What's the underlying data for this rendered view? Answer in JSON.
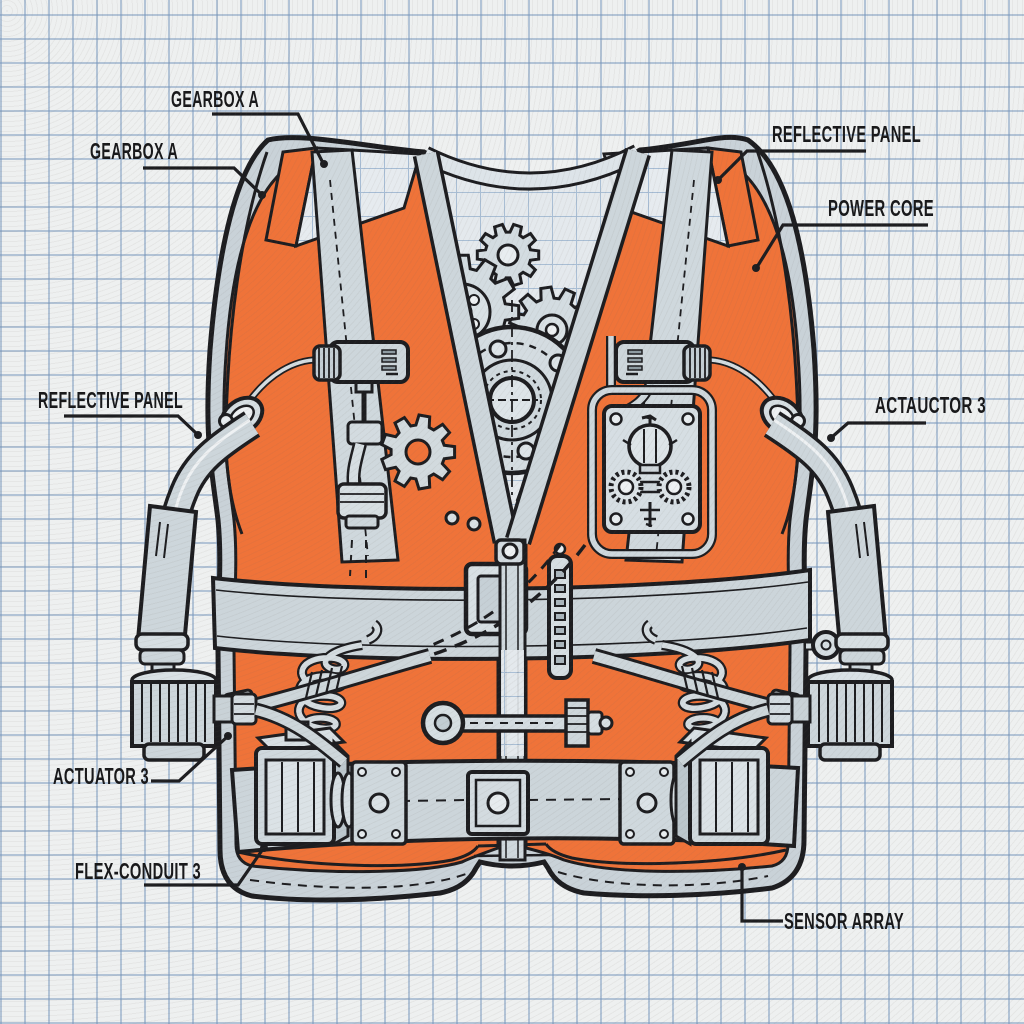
{
  "drawing": {
    "title": "safety vest technical blueprint",
    "style": "graph-paper schematic",
    "colors": {
      "vest_orange": "#ef7339",
      "panel_gray": "#c9d2d8",
      "light_gray": "#d6dee2",
      "paper": "#eef0f0",
      "grid_line": "#7a96bc",
      "ink": "#1d1d20"
    },
    "labels": [
      {
        "id": "gearbox-a-top",
        "text": "GEARBOX A"
      },
      {
        "id": "gearbox-a-left",
        "text": "GEARBOX A"
      },
      {
        "id": "reflective-panel-right",
        "text": "REFLECTIVE PANEL"
      },
      {
        "id": "power-core",
        "text": "POWER CORE"
      },
      {
        "id": "reflective-panel-left",
        "text": "REFLECTIVE PANEL"
      },
      {
        "id": "actauctor-3",
        "text": "ACTAUCTOR 3"
      },
      {
        "id": "actuator-3",
        "text": "ACTUATOR 3"
      },
      {
        "id": "flex-conduit-3",
        "text": "FLEX-CONDUIT 3"
      },
      {
        "id": "sensor-array",
        "text": "SENSOR ARRAY"
      }
    ]
  }
}
